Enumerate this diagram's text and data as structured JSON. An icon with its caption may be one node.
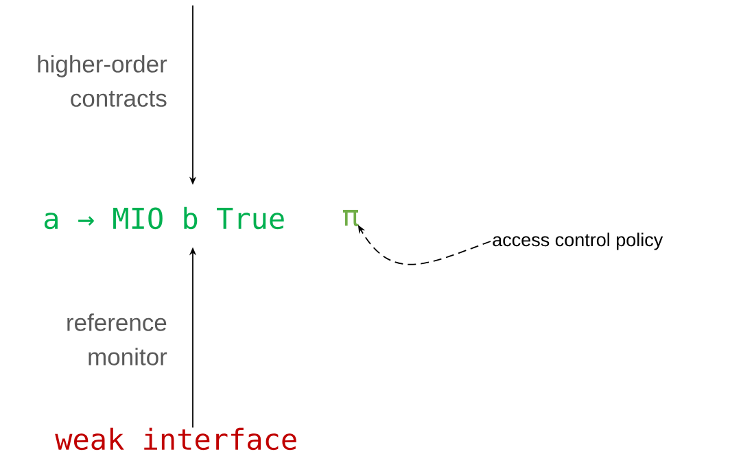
{
  "diagram": {
    "nodes": [
      {
        "text": [
          "a → MIO b True"
        ]
      },
      {
        "text": [
          "π"
        ]
      },
      {
        "text": [
          "access control policy"
        ]
      },
      {
        "text": [
          "weak interface"
        ]
      }
    ],
    "edges": [
      {
        "from": null,
        "to": 0,
        "arrow": "to",
        "label": "higher-order contracts"
      },
      {
        "from": 3,
        "to": 0,
        "arrow": "to",
        "label": "reference monitor"
      },
      {
        "from": 2,
        "to": 1,
        "arrow": "to",
        "style": "dashed"
      }
    ]
  }
}
